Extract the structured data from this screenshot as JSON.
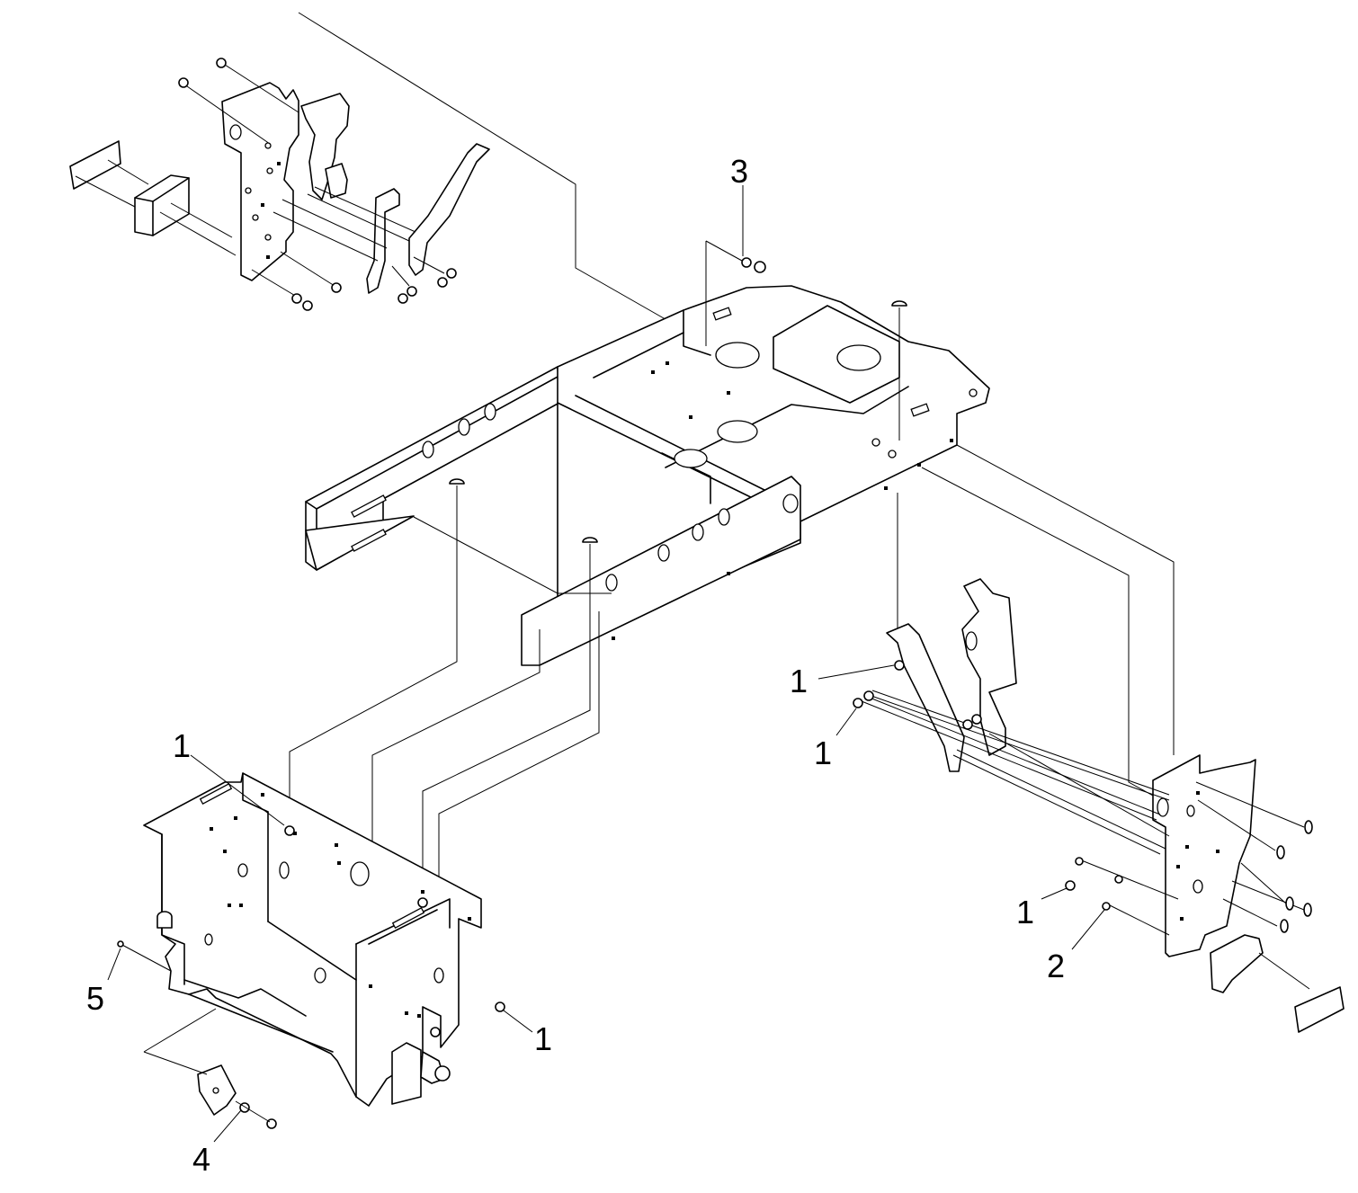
{
  "diagram": {
    "type": "exploded-parts-view",
    "subject": "frame assembly",
    "callouts": [
      {
        "id": "c3",
        "label": "3"
      },
      {
        "id": "c1a",
        "label": "1"
      },
      {
        "id": "c1b",
        "label": "1"
      },
      {
        "id": "c1c",
        "label": "1"
      },
      {
        "id": "c1d",
        "label": "1"
      },
      {
        "id": "c1e",
        "label": "1"
      },
      {
        "id": "c2",
        "label": "2"
      },
      {
        "id": "c5",
        "label": "5"
      },
      {
        "id": "c4",
        "label": "4"
      }
    ]
  }
}
